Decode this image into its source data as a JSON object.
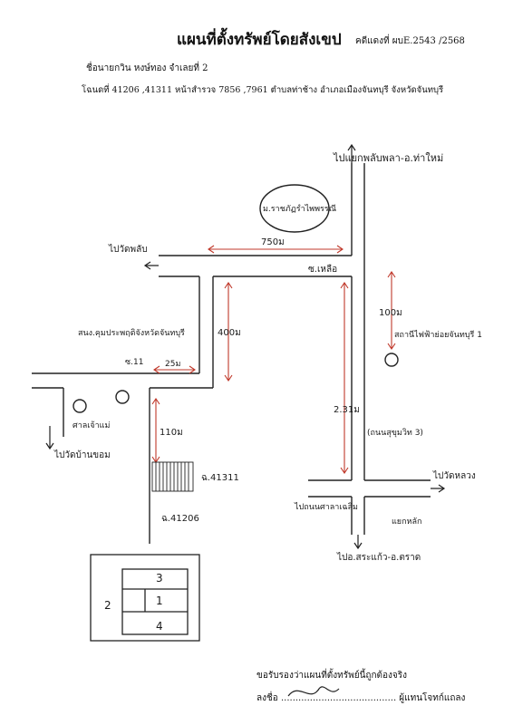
{
  "header": {
    "title": "แผนที่ตั้งทรัพย์โดยสังเขป",
    "case_no": "คดีแดงที่ ผบE.2543 /2568",
    "owner": "ชื่อนายกวิน หงษ์ทอง จำเลยที่ 2",
    "deed": "โฉนดที่ 41206 ,41311 หน้าสำรวจ 7856 ,7961 ตำบลท่าช้าง อำเภอเมืองจันทบุรี จังหวัดจันทบุรี"
  },
  "map": {
    "dir_top": "ไปแยกพลับพลา-อ.ท่าใหม่",
    "dir_left": "ไปวัดพลับ",
    "dir_left_bottom": "ไปวัดบ้านขอม",
    "dir_right": "ไปวัดหลวง",
    "dir_bottom": "ไปอ.สระแก้ว-อ.ตราด",
    "dir_bottom_left": "ไปถนนศาลาเฉลิม",
    "university": "ม.ราชภัฏรำไพพรรณี",
    "soi_main": "ซ.เหลือ",
    "soi_11": "ซ.11",
    "highway": "(ถนนสุขุมวิท 3)",
    "office": "สนง.คุมประพฤติจังหวัดจันทบุรี",
    "power_office": "สถานีไฟฟ้าย่อยจันทบุรี 1",
    "temple": "ศาลเจ้าแม่",
    "junction": "แยกหลัก",
    "dist_750": "750ม",
    "dist_100": "100ม",
    "dist_231": "2.31ม",
    "dist_400": "400ม",
    "dist_25": "25ม",
    "dist_110": "110ม",
    "parcel_41311": "ฉ.41311",
    "parcel_41206": "ฉ.41206"
  },
  "plot": {
    "label_1": "1",
    "label_2": "2",
    "label_3": "3",
    "label_4": "4"
  },
  "footer": {
    "certify": "ขอรับรองว่าแผนที่ตั้งทรัพย์นี้ถูกต้องจริง",
    "sign_label": "ลงชื่อ ........................................ ผู้แทนโจทก์แถลง"
  }
}
